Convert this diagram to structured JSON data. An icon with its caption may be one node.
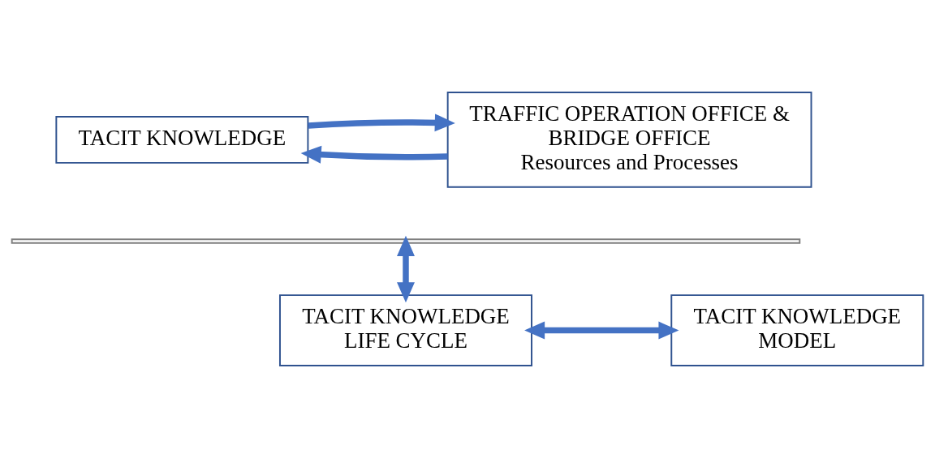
{
  "diagram": {
    "nodes": [
      {
        "text": [
          "TACIT KNOWLEDGE"
        ]
      },
      {
        "text": [
          "TRAFFIC OPERATION OFFICE & BRIDGE OFFICE",
          "Resources and Processes"
        ]
      },
      {
        "text": [],
        "shape": "bar"
      },
      {
        "text": [
          "TACIT KNOWLEDGE LIFE CYCLE"
        ]
      },
      {
        "text": [
          "TACIT KNOWLEDGE MODEL"
        ]
      }
    ],
    "edges": [
      {
        "from": 1,
        "to": 0,
        "arrow": "to"
      },
      {
        "from": 0,
        "to": 1,
        "arrow": "to"
      },
      {
        "from": 2,
        "to": 3,
        "arrow": "both"
      },
      {
        "from": 3,
        "to": 4,
        "arrow": "both"
      }
    ]
  }
}
